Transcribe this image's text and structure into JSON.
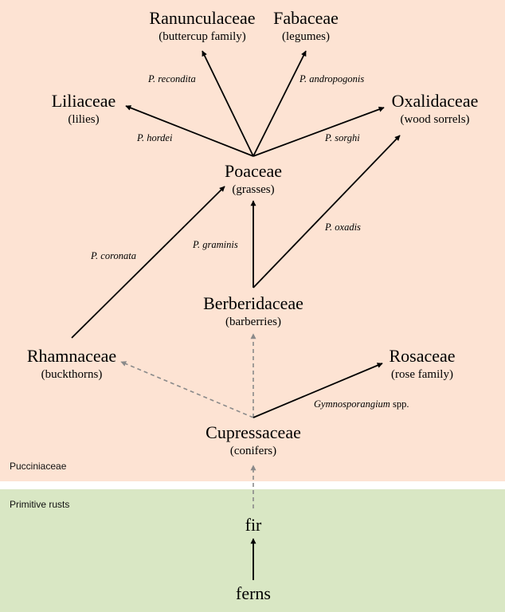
{
  "colors": {
    "upper_region": "#fde3d3",
    "lower_region": "#d9e7c4",
    "solid_arrow": "#000000",
    "dashed_arrow": "#8a8a8a"
  },
  "regions": {
    "upper": "Pucciniaceae",
    "lower": "Primitive rusts"
  },
  "nodes": {
    "ranunculaceae": {
      "name": "Ranunculaceae",
      "common": "(buttercup family)"
    },
    "fabaceae": {
      "name": "Fabaceae",
      "common": "(legumes)"
    },
    "liliaceae": {
      "name": "Liliaceae",
      "common": "(lilies)"
    },
    "oxalidaceae": {
      "name": "Oxalidaceae",
      "common": "(wood sorrels)"
    },
    "poaceae": {
      "name": "Poaceae",
      "common": "(grasses)"
    },
    "berberidaceae": {
      "name": "Berberidaceae",
      "common": "(barberries)"
    },
    "rhamnaceae": {
      "name": "Rhamnaceae",
      "common": "(buckthorns)"
    },
    "rosaceae": {
      "name": "Rosaceae",
      "common": "(rose family)"
    },
    "cupressaceae": {
      "name": "Cupressaceae",
      "common": "(conifers)"
    },
    "fir": {
      "name": "fir"
    },
    "ferns": {
      "name": "ferns"
    }
  },
  "edges": {
    "recondita": "P. recondita",
    "andropogonis": "P. andropogonis",
    "hordei": "P. hordei",
    "sorghi": "P. sorghi",
    "coronata": "P. coronata",
    "graminis": "P. graminis",
    "oxadis": "P. oxadis",
    "gymno": "Gymnosporangium",
    "gymno_suffix": " spp."
  }
}
